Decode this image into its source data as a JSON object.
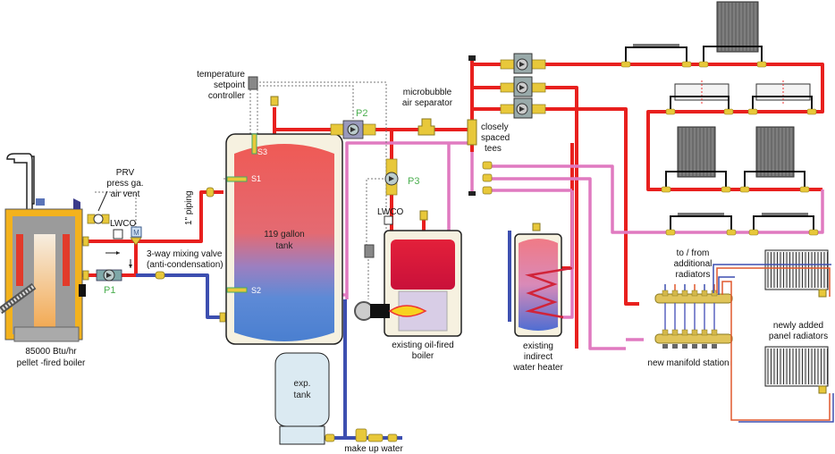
{
  "colors": {
    "supply": "#e8201e",
    "return_pink": "#e07ac0",
    "cold_blue": "#3d4fb0",
    "fitting": "#e8c83a",
    "boiler_jacket": "#f3b21d",
    "radiator": "#6b6b6b",
    "pump_label": "#4caf50"
  },
  "boiler": {
    "capacity": "85000 Btu/hr",
    "type": "pellet -fired boiler"
  },
  "components": {
    "prv": {
      "lines": [
        "PRV",
        "press ga.",
        "air vent"
      ]
    },
    "lwco_1": "LWCO",
    "lwco_2": "LWCO",
    "mixing_valve": {
      "symbol": "M",
      "lines": [
        "3-way mixing valve",
        "(anti-condensation)"
      ]
    },
    "piping": "1\" piping",
    "controller": {
      "lines": [
        "temperature",
        "setpoint",
        "controller"
      ]
    },
    "separator": {
      "lines": [
        "microbubble",
        "air separator"
      ]
    },
    "tees": {
      "lines": [
        "closely",
        "spaced",
        "tees"
      ]
    },
    "exp_tank": {
      "lines": [
        "exp.",
        "tank"
      ]
    },
    "make_up_water": "make up water"
  },
  "pumps": {
    "p1": "P1",
    "p2": "P2",
    "p3": "P3"
  },
  "storage_tank": {
    "lines": [
      "119 gallon",
      "tank"
    ],
    "sensors": [
      "S3",
      "S1",
      "S2"
    ]
  },
  "oil_boiler": {
    "lines": [
      "existing oil-fired",
      "boiler"
    ]
  },
  "water_heater": {
    "lines": [
      "existing",
      "indirect",
      "water heater"
    ]
  },
  "manifold": {
    "top_lines": [
      "to / from",
      "additional",
      "radiators"
    ],
    "bottom": "new manifold station"
  },
  "panel_radiators": {
    "lines": [
      "newly added",
      "panel radiators"
    ]
  }
}
